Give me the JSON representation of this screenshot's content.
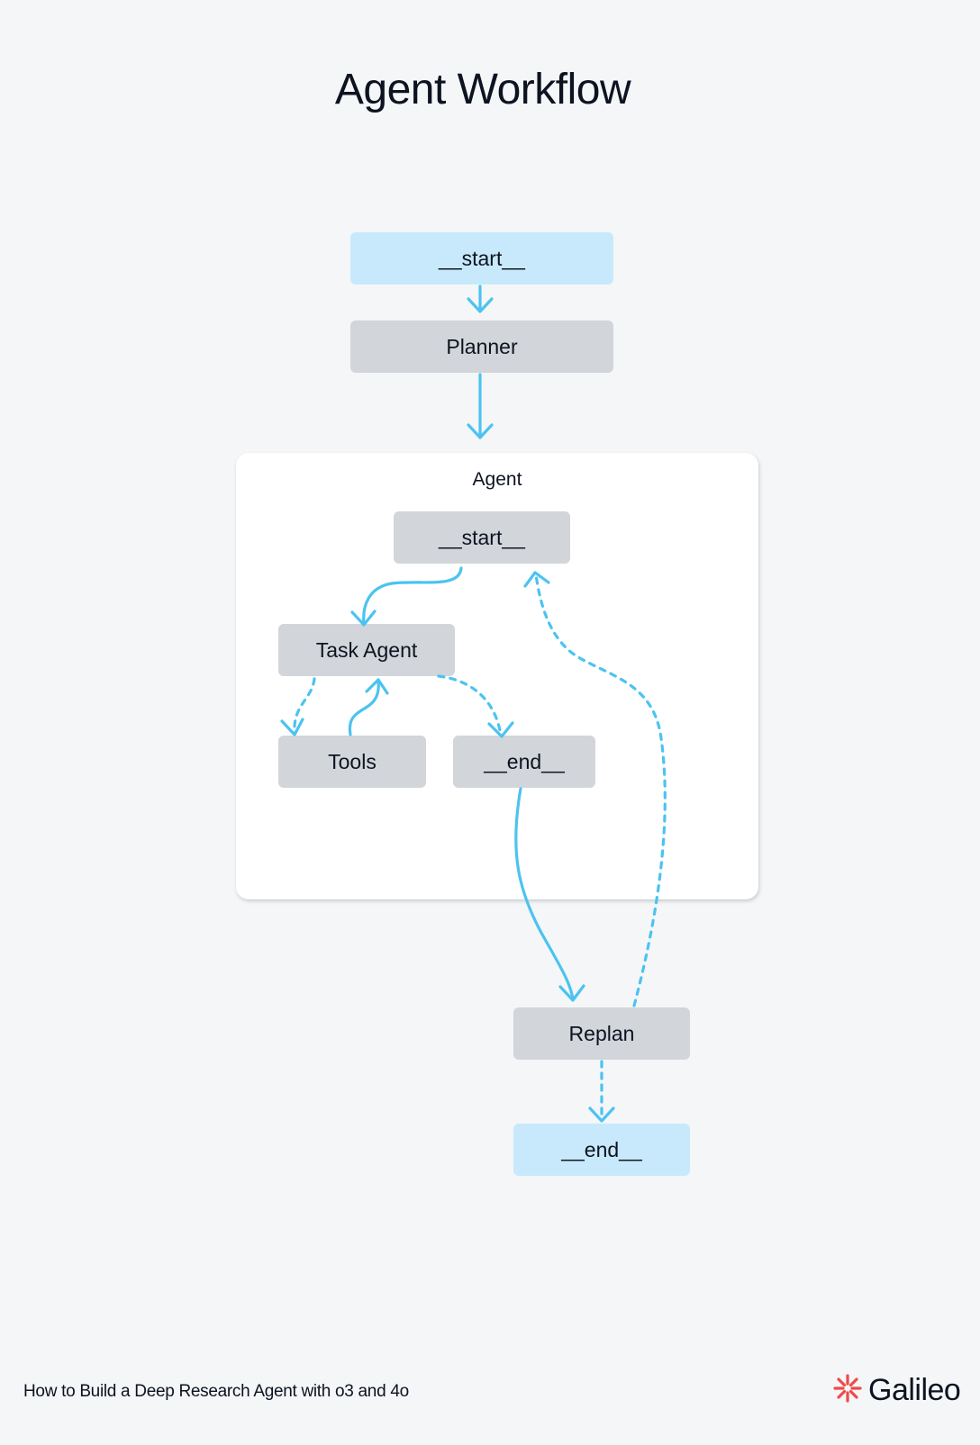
{
  "title": "Agent Workflow",
  "nodes": {
    "start": "__start__",
    "planner": "Planner",
    "agent_group": "Agent",
    "agent_start": "__start__",
    "task_agent": "Task Agent",
    "tools": "Tools",
    "agent_end": "__end__",
    "replan": "Replan",
    "end": "__end__"
  },
  "edges": [
    {
      "from": "__start__",
      "to": "Planner",
      "style": "solid"
    },
    {
      "from": "Planner",
      "to": "Agent",
      "style": "solid"
    },
    {
      "from": "__start__ (Agent)",
      "to": "Task Agent",
      "style": "solid"
    },
    {
      "from": "Task Agent",
      "to": "Tools",
      "style": "dashed"
    },
    {
      "from": "Tools",
      "to": "Task Agent",
      "style": "solid"
    },
    {
      "from": "Task Agent",
      "to": "__end__ (Agent)",
      "style": "dashed"
    },
    {
      "from": "__end__ (Agent)",
      "to": "Replan",
      "style": "solid"
    },
    {
      "from": "Replan",
      "to": "__start__ (Agent)",
      "style": "dashed"
    },
    {
      "from": "Replan",
      "to": "__end__",
      "style": "dashed"
    }
  ],
  "colors": {
    "edge": "#4cc3f0",
    "node_fill": "#d2d5d9",
    "terminal_fill": "#c8e9fb",
    "brand_mark": "#ef4a4a"
  },
  "footer": {
    "caption": "How to Build a Deep Research Agent with o3 and 4o",
    "brand": "Galileo",
    "brand_icon": "galileo-logo-icon"
  }
}
